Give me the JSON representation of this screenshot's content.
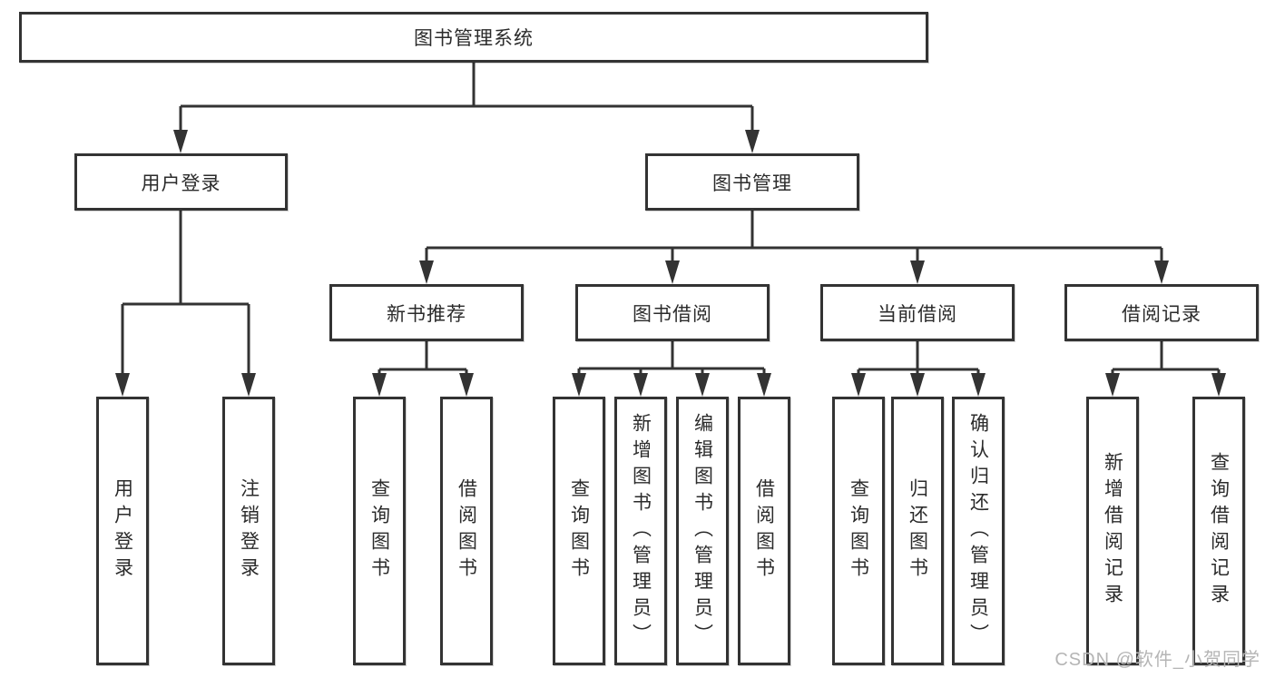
{
  "diagram": {
    "title": "图书管理系统",
    "level2": {
      "user_login": "用户登录",
      "book_mgmt": "图书管理"
    },
    "level3": {
      "new_books": "新书推荐",
      "book_borrow": "图书借阅",
      "current_borrow": "当前借阅",
      "borrow_records": "借阅记录"
    },
    "leaves": {
      "user_login": [
        "用户登录",
        "注销登录"
      ],
      "new_books": [
        "查询图书",
        "借阅图书"
      ],
      "book_borrow": [
        "查询图书",
        "新增图书（管理员）",
        "编辑图书（管理员）",
        "借阅图书"
      ],
      "current_borrow": [
        "查询图书",
        "归还图书",
        "确认归还（管理员）"
      ],
      "borrow_records": [
        "新增借阅记录",
        "查询借阅记录"
      ]
    },
    "colors": {
      "line": "#333333",
      "box_border": "#333333",
      "text": "#2b2b2b",
      "background": "#ffffff",
      "watermark": "#b5b5b5"
    }
  },
  "watermark": {
    "text": "CSDN @软件_小贺同学"
  }
}
